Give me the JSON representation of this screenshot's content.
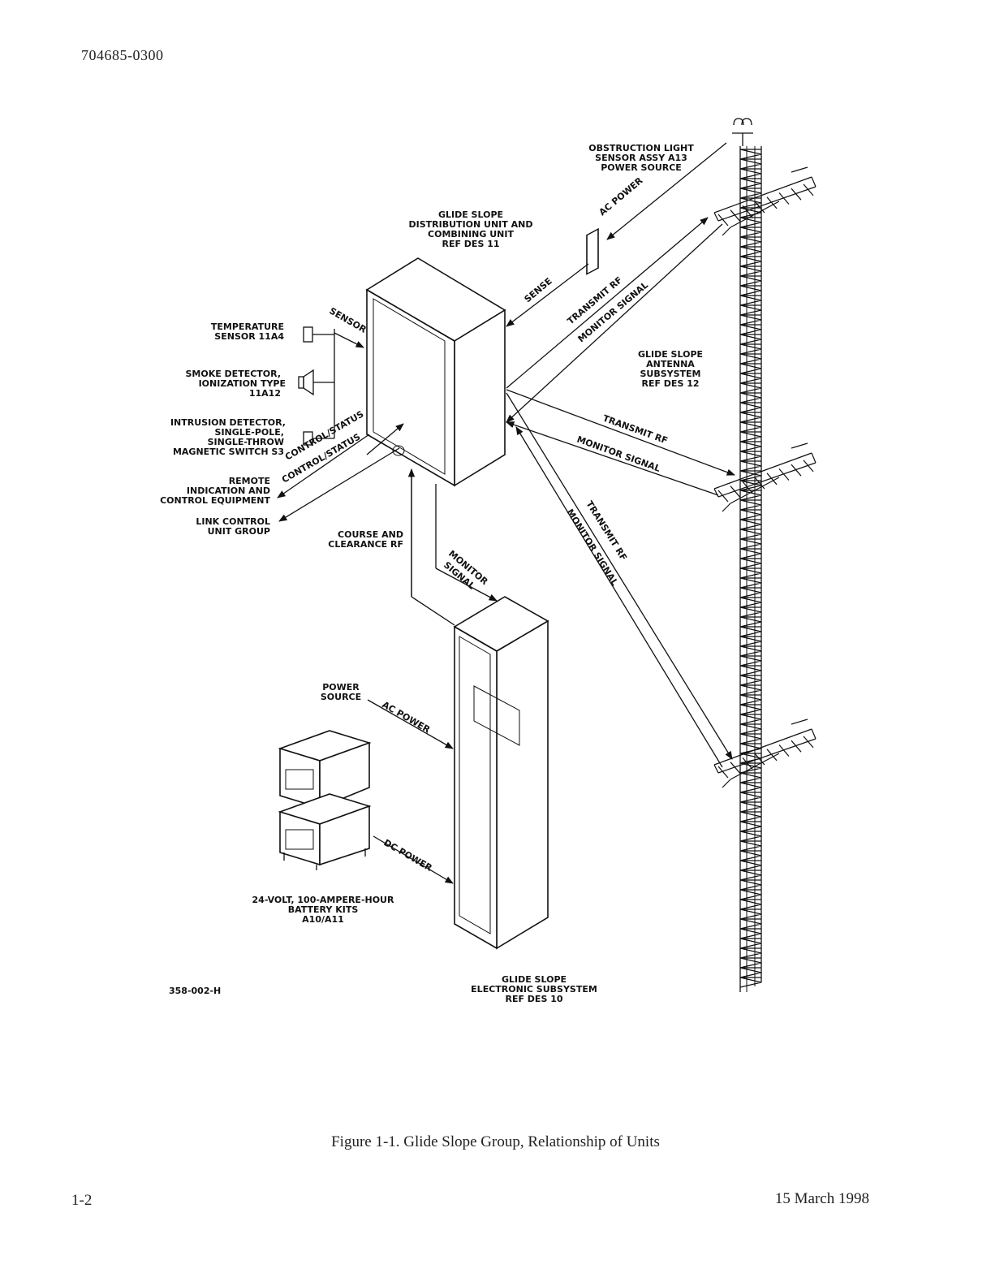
{
  "header": {
    "doc_number": "704685-0300"
  },
  "figure": {
    "caption": "Figure 1-1.  Glide Slope Group, Relationship of Units",
    "drawing_id": "358-002-H"
  },
  "footer": {
    "page": "1-2",
    "date": "15 March 1998"
  },
  "labels": {
    "obstruction": [
      "OBSTRUCTION LIGHT",
      "SENSOR ASSY A13",
      "POWER SOURCE"
    ],
    "distribution": [
      "GLIDE SLOPE",
      "DISTRIBUTION UNIT AND",
      "COMBINING UNIT",
      "REF DES 11"
    ],
    "temperature": [
      "TEMPERATURE",
      "SENSOR 11A4"
    ],
    "smoke": [
      "SMOKE DETECTOR,",
      "IONIZATION TYPE",
      "11A12"
    ],
    "intrusion": [
      "INTRUSION DETECTOR,",
      "SINGLE-POLE,",
      "SINGLE-THROW",
      "MAGNETIC SWITCH S3"
    ],
    "remote": [
      "REMOTE",
      "INDICATION AND",
      "CONTROL EQUIPMENT"
    ],
    "link": [
      "LINK CONTROL",
      "UNIT GROUP"
    ],
    "course": [
      "COURSE AND",
      "CLEARANCE RF"
    ],
    "antenna": [
      "GLIDE SLOPE",
      "ANTENNA",
      "SUBSYSTEM",
      "REF DES 12"
    ],
    "power_source": [
      "POWER",
      "SOURCE"
    ],
    "battery": [
      "24-VOLT, 100-AMPERE-HOUR",
      "BATTERY KITS",
      "A10/A11"
    ],
    "electronic": [
      "GLIDE SLOPE",
      "ELECTRONIC SUBSYSTEM",
      "REF DES 10"
    ],
    "sensor": "SENSOR",
    "sense": "SENSE",
    "ac_power": "AC POWER",
    "dc_power": "DC POWER",
    "transmit_rf": "TRANSMIT RF",
    "monitor_signal": "MONITOR SIGNAL",
    "control_status": "CONTROL/STATUS",
    "monitor_signal_stacked": [
      "MONITOR",
      "SIGNAL"
    ]
  }
}
